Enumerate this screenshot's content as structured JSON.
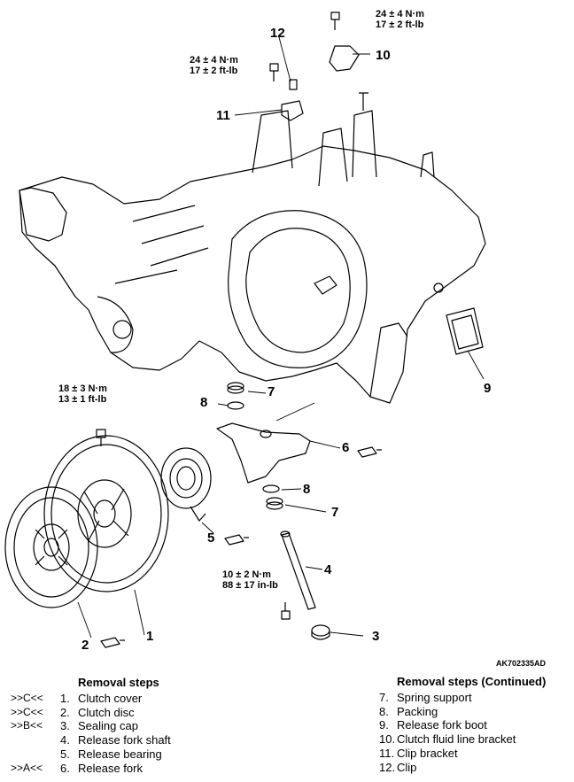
{
  "figure_id": "AK702335AD",
  "callouts": {
    "n1": "1",
    "n2": "2",
    "n3": "3",
    "n4": "4",
    "n5": "5",
    "n6": "6",
    "n7a": "7",
    "n7b": "7",
    "n8a": "8",
    "n8b": "8",
    "n9": "9",
    "n10": "10",
    "n11": "11",
    "n12": "12"
  },
  "torques": {
    "t1": {
      "nm": "24 ± 4 N·m",
      "imp": "17 ± 2 ft-lb"
    },
    "t2": {
      "nm": "24 ± 4 N·m",
      "imp": "17 ± 2 ft-lb"
    },
    "t3": {
      "nm": "18 ± 3 N·m",
      "imp": "13 ± 1 ft-lb"
    },
    "t4": {
      "nm": "10 ± 2 N·m",
      "imp": "88 ± 17 in-lb"
    }
  },
  "removal_steps": {
    "title": "Removal steps",
    "items": [
      {
        "mark": ">>C<<",
        "num": "1.",
        "label": "Clutch cover"
      },
      {
        "mark": ">>C<<",
        "num": "2.",
        "label": "Clutch disc"
      },
      {
        "mark": ">>B<<",
        "num": "3.",
        "label": "Sealing cap"
      },
      {
        "mark": "",
        "num": "4.",
        "label": "Release fork shaft"
      },
      {
        "mark": "",
        "num": "5.",
        "label": "Release bearing"
      },
      {
        "mark": ">>A<<",
        "num": "6.",
        "label": "Release fork"
      }
    ]
  },
  "removal_steps_continued": {
    "title": "Removal steps (Continued)",
    "items": [
      {
        "num": "7.",
        "label": "Spring support"
      },
      {
        "num": "8.",
        "label": "Packing"
      },
      {
        "num": "9.",
        "label": "Release fork boot"
      },
      {
        "num": "10.",
        "label": "Clutch fluid line bracket"
      },
      {
        "num": "11.",
        "label": "Clip bracket"
      },
      {
        "num": "12.",
        "label": "Clip"
      }
    ]
  }
}
